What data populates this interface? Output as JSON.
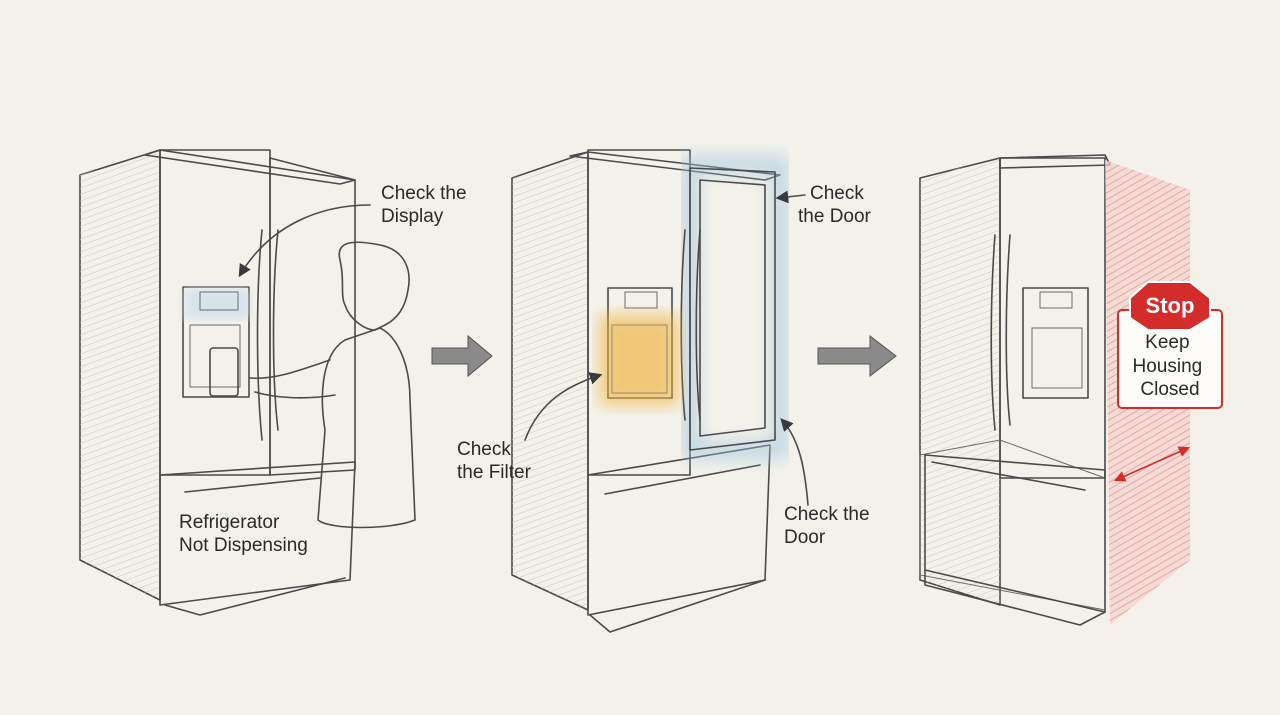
{
  "labels": {
    "check_display": [
      "Check the",
      "Display"
    ],
    "refrigerator_status": [
      "Refrigerator",
      "Not Dispensing"
    ],
    "check_filter": [
      "Check",
      "the Filter"
    ],
    "check_door_top": [
      "Check",
      "the Door"
    ],
    "check_door_bottom": [
      "Check the",
      "Door"
    ],
    "stop_sign": "Stop",
    "keep_housing": [
      "Keep",
      "Housing",
      "Closed"
    ]
  },
  "colors": {
    "background": "#f3f1ea",
    "filter_highlight": "#f0b23a",
    "door_highlight": "#9cc3e0",
    "housing_warning": "#e06a6a",
    "stop_red": "#d42b2b"
  }
}
